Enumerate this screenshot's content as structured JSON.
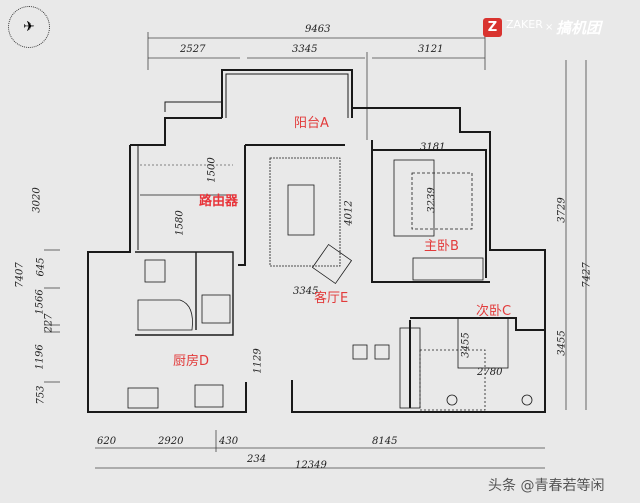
{
  "dimensions": {
    "top_total": "9463",
    "top_segments": [
      "2527",
      "3345",
      "3121"
    ],
    "bottom_segments": [
      "620",
      "2920",
      "430",
      "8145"
    ],
    "bottom_offset": "234",
    "bottom_total": "12349",
    "left_total": "7407",
    "left_segments": [
      "3020",
      "645",
      "1566",
      "227",
      "1196",
      "753"
    ],
    "right_total": "7427",
    "right_segments": [
      "3729",
      "3455"
    ],
    "inner": {
      "master_width": "3181",
      "master_bed": "3239",
      "study_upper": "1500",
      "study_lower": "1580",
      "living_depth": "4012",
      "living_width": "3345",
      "corridor": "1129",
      "second_depth": "3455",
      "second_width": "2780"
    }
  },
  "rooms": {
    "balcony": "阳台A",
    "master_bedroom": "主卧B",
    "second_bedroom": "次卧C",
    "kitchen": "厨房D",
    "living_room": "客厅E",
    "router": "路由器"
  },
  "watermark": {
    "zaker": "ZAKER",
    "partner": "搞机团",
    "separator": "×",
    "credit": "头条 @青春若等闲",
    "logo_letter": "Z"
  },
  "colors": {
    "background": "#e9e9e9",
    "wall": "#1a1a1a",
    "room_label": "#e23b3b",
    "zaker_red": "#d9332f"
  }
}
